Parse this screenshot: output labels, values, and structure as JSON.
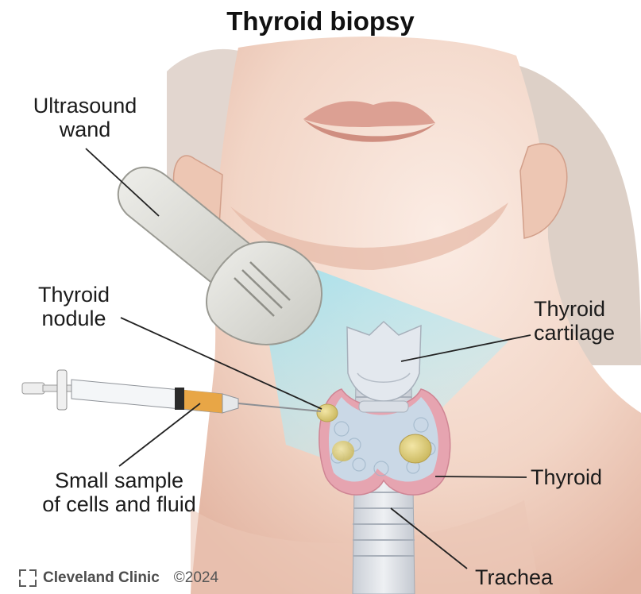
{
  "title": "Thyroid biopsy",
  "labels": {
    "ultrasound_wand": [
      "Ultrasound",
      "wand"
    ],
    "thyroid_nodule": [
      "Thyroid",
      "nodule"
    ],
    "thyroid_cartilage": [
      "Thyroid",
      "cartilage"
    ],
    "thyroid": "Thyroid",
    "sample": [
      "Small sample",
      "of cells and fluid"
    ],
    "trachea": "Trachea"
  },
  "footer": {
    "brand": "Cleveland Clinic",
    "copyright": "©2024"
  },
  "colors": {
    "skin": "#f3d9cc",
    "skin_shadow": "#d9a994",
    "thyroid_pink": "#e9a9b4",
    "thyroid_blue": "#c9dcea",
    "ultrasound_beam": "#a9e2ee",
    "wand": "#d8d8d2",
    "sample_fluid": "#e8a646",
    "leader_line": "#222222"
  }
}
